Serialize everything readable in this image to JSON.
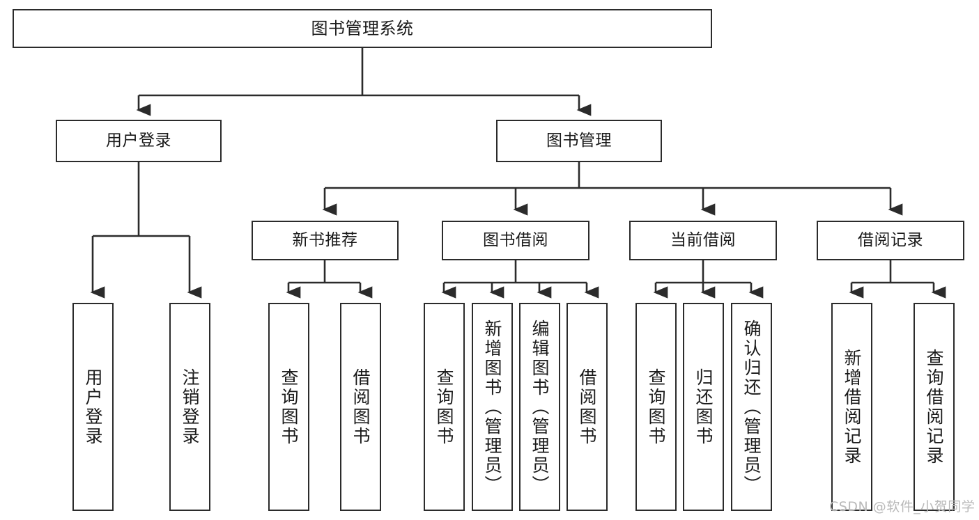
{
  "diagram": {
    "title": "图书管理系统",
    "type": "功能结构图",
    "levels": {
      "root": {
        "id": "root",
        "label": "图书管理系统"
      },
      "level2": [
        {
          "id": "user-login",
          "label": "用户登录"
        },
        {
          "id": "book-manage",
          "label": "图书管理"
        }
      ],
      "level3": [
        {
          "id": "new-book-recommend",
          "label": "新书推荐",
          "parent": "book-manage"
        },
        {
          "id": "book-borrow",
          "label": "图书借阅",
          "parent": "book-manage"
        },
        {
          "id": "current-borrow",
          "label": "当前借阅",
          "parent": "book-manage"
        },
        {
          "id": "borrow-record",
          "label": "借阅记录",
          "parent": "book-manage"
        }
      ],
      "leaves": {
        "user-login": [
          {
            "id": "leaf-user-login",
            "label": "用户登录"
          },
          {
            "id": "leaf-user-logout",
            "label": "注销登录"
          }
        ],
        "new-book-recommend": [
          {
            "id": "leaf-query-book-1",
            "label": "查询图书"
          },
          {
            "id": "leaf-borrow-book-1",
            "label": "借阅图书"
          }
        ],
        "book-borrow": [
          {
            "id": "leaf-query-book-2",
            "label": "查询图书"
          },
          {
            "id": "leaf-add-book",
            "label": "新增图书（管理员）"
          },
          {
            "id": "leaf-edit-book",
            "label": "编辑图书（管理员）"
          },
          {
            "id": "leaf-borrow-book-2",
            "label": "借阅图书"
          }
        ],
        "current-borrow": [
          {
            "id": "leaf-query-book-3",
            "label": "查询图书"
          },
          {
            "id": "leaf-return-book",
            "label": "归还图书"
          },
          {
            "id": "leaf-confirm-return",
            "label": "确认归还（管理员）"
          }
        ],
        "borrow-record": [
          {
            "id": "leaf-add-record",
            "label": "新增借阅记录"
          },
          {
            "id": "leaf-query-record",
            "label": "查询借阅记录"
          }
        ]
      }
    },
    "colors": {
      "stroke": "#2b2b2b",
      "fill": "#ffffff",
      "text": "#1a1a1a",
      "watermark": "#b9b9b9"
    }
  },
  "watermark": {
    "text": "CSDN @软件_小贺同学"
  }
}
